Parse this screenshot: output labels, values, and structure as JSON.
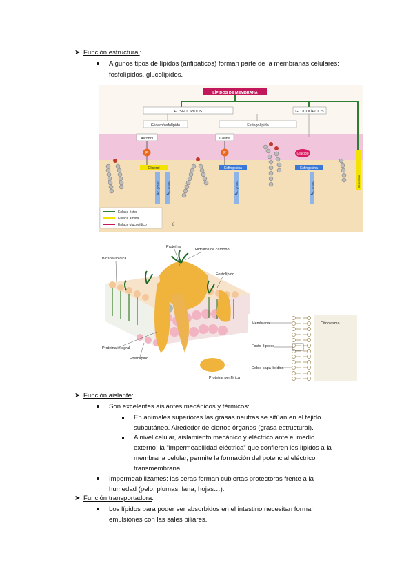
{
  "sections": {
    "estructural": {
      "heading": "Función estructural",
      "colon": ":",
      "bullet_1_line_1": "Algunos tipos de lípidos (anfipáticos) forman parte de la membranas celulares:",
      "bullet_1_line_2": "fosfolípidos, glucolípidos."
    },
    "aislante": {
      "heading": "Función aislante",
      "colon": ":",
      "bullet_1": "Son excelentes aislantes mecánicos y térmicos:",
      "sub_1_line_1": "En animales superiores las grasas neutras se sitúan en el tejido",
      "sub_1_line_2": "subcutáneo. Alrededor de ciertos órganos (grasa estructural).",
      "sub_2_line_1": "A nivel celular, aislamiento mecánico y eléctrico ante el medio",
      "sub_2_line_2": "externo; la “impermeabilidad eléctrica” que confieren los lípidos a la",
      "sub_2_line_3": "membrana celular, permite la formación del potencial eléctrico",
      "sub_2_line_4": "transmembrana.",
      "bullet_2_line_1": "Impermeabilizantes: las ceras forman cubiertas protectoras frente a la",
      "bullet_2_line_2": "humedad (pelo, plumas, lana, hojas…)."
    },
    "transportadora": {
      "heading": "Función transportadora",
      "colon": ":",
      "bullet_1_line_1": "Los lípidos para poder ser absorbidos en el intestino necesitan formar",
      "bullet_1_line_2": "emulsiones con las sales biliares."
    }
  },
  "figure_1": {
    "title": "LÍPIDOS DE MEMBRANA",
    "fosfolipidos": "FOSFOLÍPIDOS",
    "glucolipidos": "GLUCOLÍPIDOS",
    "glicerofosfolipido": "Glicerofosfolípido",
    "esfingolipido": "Esfingolípido",
    "alcohol": "Alcohol",
    "colina": "Colina",
    "p": "P",
    "glucido": "Glúcido",
    "glicerol": "Glicerol",
    "esfingosina_1": "Esfingosina",
    "esfingosina_2": "Esfingosina",
    "ac_graso": "Ác. graso",
    "colesterol": "Colesterol",
    "legend_ester": "Enlace éster",
    "legend_amida": "Enlace amida",
    "legend_glucosidico": "Enlace glucosídico",
    "page_mark": "8",
    "colors": {
      "title_bg": "#c2185b",
      "connector": "#2e7d32",
      "polar_band": "#f1c6dd",
      "apolar_band": "#f5dfb8",
      "yellow": "#f4e200",
      "blue": "#3a78d8",
      "orange": "#e96a1f"
    }
  },
  "figure_2": {
    "proteina": "Proteína",
    "hidratos": "Hidratos de carbono",
    "bicapa": "Bicapa lipídica",
    "fosfolipido_top": "Fosfolípido",
    "proteina_integral": "Proteína integral",
    "fosfolipido_bottom": "Fosfolípido",
    "proteina_periferica": "Proteína periférica"
  },
  "figure_3": {
    "membrana": "Membrana",
    "citoplasma": "Citoplasma",
    "fosfolipidos": "Fosfo- lípidos",
    "doble_capa": "Doble capa lipídica"
  },
  "icons": {
    "arrow": "arrow-bullet-icon",
    "bullet": "round-bullet-icon",
    "square": "square-bullet-icon"
  }
}
